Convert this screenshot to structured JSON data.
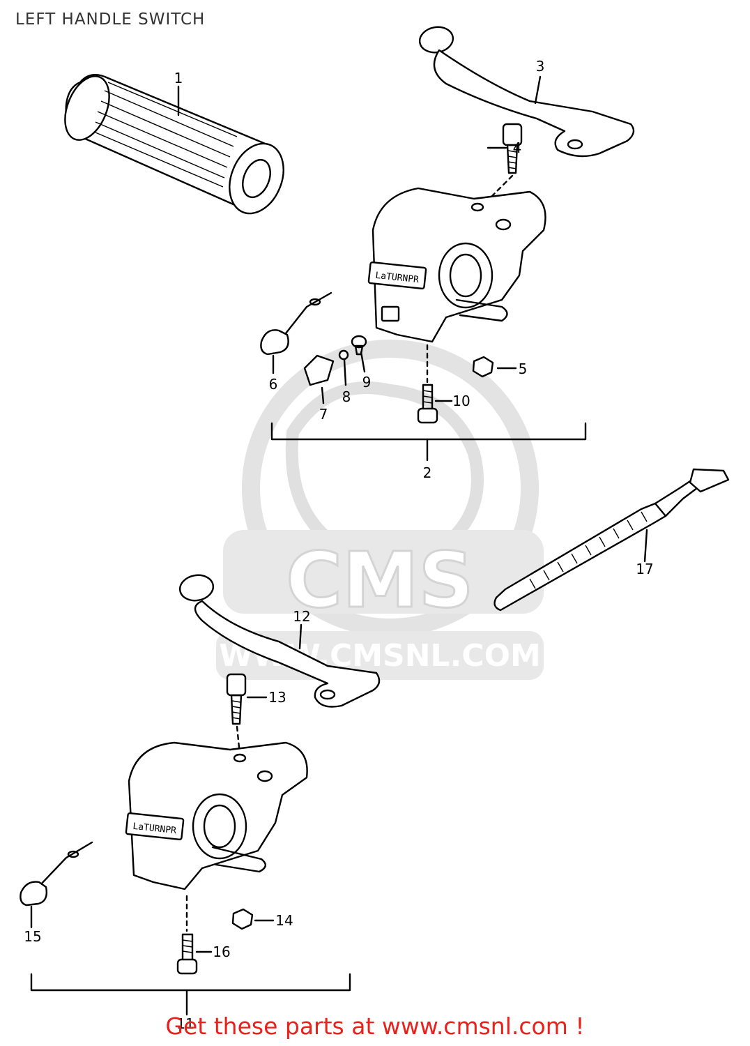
{
  "title": "LEFT HANDLE SWITCH",
  "watermark": {
    "brand": "CMS",
    "url": "WWW.CMSNL.COM"
  },
  "switch_label": "LaTURNPR",
  "callouts": [
    "1",
    "2",
    "3",
    "4",
    "5",
    "6",
    "7",
    "8",
    "9",
    "10",
    "11",
    "12",
    "13",
    "14",
    "15",
    "16",
    "17"
  ],
  "footer": "Get these parts at www.cmsnl.com !",
  "colors": {
    "footer": "#e8211c",
    "ink": "#000000",
    "watermark": "#d8d8d8"
  }
}
